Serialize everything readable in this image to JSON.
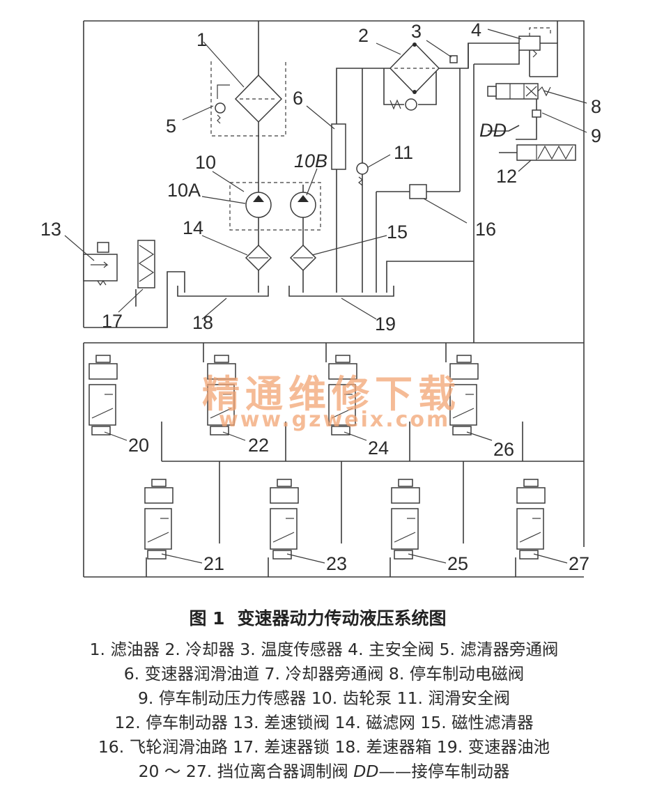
{
  "figure": {
    "number_label": "图 1",
    "title": "变速器动力传动液压系统图"
  },
  "component_labels": {
    "c1": "1",
    "c2": "2",
    "c3": "3",
    "c4": "4",
    "c5": "5",
    "c6": "6",
    "c8": "8",
    "c9": "9",
    "c10": "10",
    "c10a": "10A",
    "c10b": "10B",
    "c11": "11",
    "c12": "12",
    "c13": "13",
    "c14": "14",
    "c15": "15",
    "c16": "16",
    "c17": "17",
    "c18": "18",
    "c19": "19",
    "c20": "20",
    "c21": "21",
    "c22": "22",
    "c23": "23",
    "c24": "24",
    "c25": "25",
    "c26": "26",
    "c27": "27",
    "dd": "DD"
  },
  "legend": [
    "1. 滤油器  2. 冷却器  3. 温度传感器  4. 主安全阀  5. 滤清器旁通阀",
    "6. 变速器润滑油道  7. 冷却器旁通阀  8. 停车制动电磁阀",
    "9. 停车制动压力传感器  10. 齿轮泵  11. 润滑安全阀",
    "12. 停车制动器  13. 差速锁阀  14. 磁滤网  15. 磁性滤清器",
    "16. 飞轮润滑油路  17. 差速器锁  18. 差速器箱  19. 变速器油池"
  ],
  "legend_last": {
    "prefix": "20 ～ 27. 挡位离合器调制阀 ",
    "dd": "DD",
    "suffix": "——接停车制动器"
  },
  "watermark": {
    "text": "精通维修下载",
    "url": "www.gzweix.com"
  }
}
